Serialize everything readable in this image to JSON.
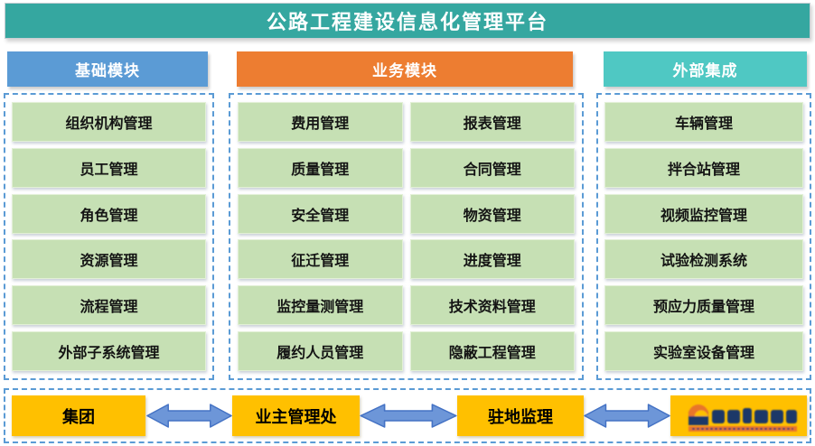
{
  "title": "公路工程建设信息化管理平台",
  "colors": {
    "title_bg": "#35A7A0",
    "basic_header_bg": "#5B9BD5",
    "business_header_bg": "#ED7D31",
    "external_header_bg": "#4FC8C3",
    "item_bg": "#C6E0B4",
    "dashed_border": "#5B9BD5",
    "node_bg": "#FFC000",
    "arrow_fill": "#6D96D8",
    "arrow_stroke": "#4472C4",
    "logo_navy": "#1F3868",
    "logo_orange": "#E8762C"
  },
  "columns": {
    "basic": {
      "header": "基础模块",
      "items": [
        "组织机构管理",
        "员工管理",
        "角色管理",
        "资源管理",
        "流程管理",
        "外部子系统管理"
      ]
    },
    "business": {
      "header": "业务模块",
      "rows": [
        [
          "费用管理",
          "报表管理"
        ],
        [
          "质量管理",
          "合同管理"
        ],
        [
          "安全管理",
          "物资管理"
        ],
        [
          "征迁管理",
          "进度管理"
        ],
        [
          "监控量测管理",
          "技术资料管理"
        ],
        [
          "履约人员管理",
          "隐蔽工程管理"
        ]
      ]
    },
    "external": {
      "header": "外部集成",
      "items": [
        "车辆管理",
        "拌合站管理",
        "视频监控管理",
        "试验检测系统",
        "预应力质量管理",
        "实验室设备管理"
      ]
    }
  },
  "bottom": {
    "nodes": [
      "集团",
      "业主管理处",
      "驻地监理"
    ],
    "logo_icon": "company-logo"
  }
}
